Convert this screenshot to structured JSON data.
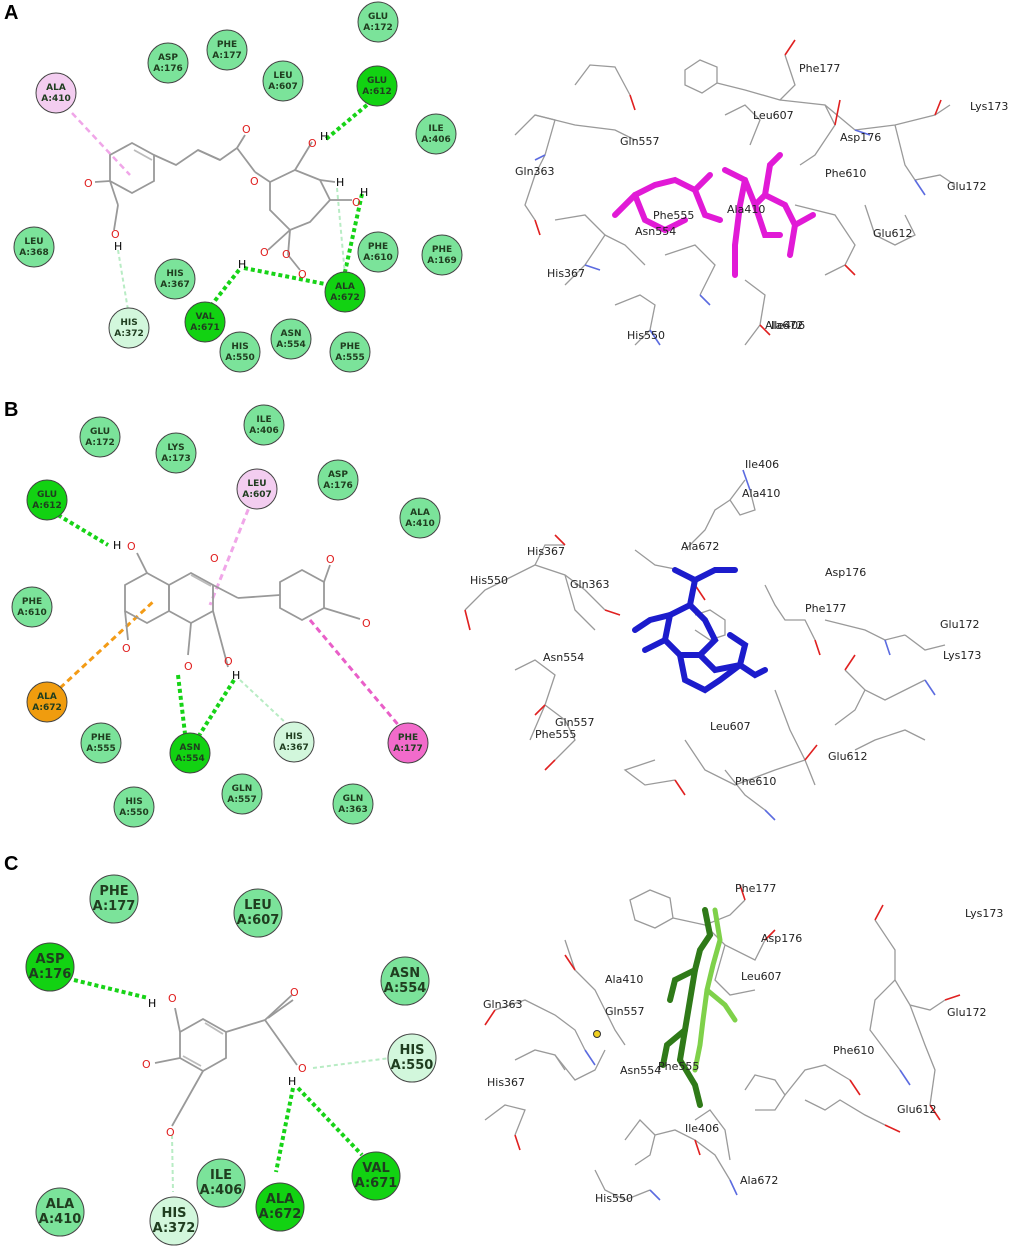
{
  "panels": {
    "a": {
      "letter": "A",
      "residues": [
        {
          "name": "ALA",
          "num": "A:410",
          "kind": "pink"
        },
        {
          "name": "ASP",
          "num": "A:176",
          "kind": "vdw"
        },
        {
          "name": "PHE",
          "num": "A:177",
          "kind": "vdw"
        },
        {
          "name": "LEU",
          "num": "A:607",
          "kind": "vdw"
        },
        {
          "name": "GLU",
          "num": "A:172",
          "kind": "vdw"
        },
        {
          "name": "GLU",
          "num": "A:612",
          "kind": "hbond"
        },
        {
          "name": "ILE",
          "num": "A:406",
          "kind": "vdw"
        },
        {
          "name": "LEU",
          "num": "A:368",
          "kind": "vdw"
        },
        {
          "name": "HIS",
          "num": "A:367",
          "kind": "vdw"
        },
        {
          "name": "PHE",
          "num": "A:610",
          "kind": "vdw"
        },
        {
          "name": "PHE",
          "num": "A:169",
          "kind": "vdw"
        },
        {
          "name": "ALA",
          "num": "A:672",
          "kind": "hbond"
        },
        {
          "name": "HIS",
          "num": "A:372",
          "kind": "ch"
        },
        {
          "name": "VAL",
          "num": "A:671",
          "kind": "hbond"
        },
        {
          "name": "HIS",
          "num": "A:550",
          "kind": "vdw"
        },
        {
          "name": "ASN",
          "num": "A:554",
          "kind": "vdw"
        },
        {
          "name": "PHE",
          "num": "A:555",
          "kind": "vdw"
        }
      ],
      "structure_labels": [
        "Phe177",
        "Leu607",
        "Lys173",
        "Gln557",
        "Asp176",
        "Gln363",
        "Phe610",
        "Glu172",
        "Phe555",
        "Ala410",
        "Asn554",
        "Glu612",
        "His367",
        "His550",
        "Ala672",
        "Ile406"
      ]
    },
    "b": {
      "letter": "B",
      "residues": [
        {
          "name": "GLU",
          "num": "A:172",
          "kind": "vdw"
        },
        {
          "name": "LYS",
          "num": "A:173",
          "kind": "vdw"
        },
        {
          "name": "ILE",
          "num": "A:406",
          "kind": "vdw"
        },
        {
          "name": "LEU",
          "num": "A:607",
          "kind": "pink"
        },
        {
          "name": "ASP",
          "num": "A:176",
          "kind": "vdw"
        },
        {
          "name": "GLU",
          "num": "A:612",
          "kind": "hbond"
        },
        {
          "name": "ALA",
          "num": "A:410",
          "kind": "vdw"
        },
        {
          "name": "PHE",
          "num": "A:610",
          "kind": "vdw"
        },
        {
          "name": "ALA",
          "num": "A:672",
          "kind": "orange"
        },
        {
          "name": "PHE",
          "num": "A:555",
          "kind": "vdw"
        },
        {
          "name": "ASN",
          "num": "A:554",
          "kind": "hbond"
        },
        {
          "name": "HIS",
          "num": "A:367",
          "kind": "ch"
        },
        {
          "name": "PHE",
          "num": "A:177",
          "kind": "magenta"
        },
        {
          "name": "HIS",
          "num": "A:550",
          "kind": "vdw"
        },
        {
          "name": "GLN",
          "num": "A:557",
          "kind": "vdw"
        },
        {
          "name": "GLN",
          "num": "A:363",
          "kind": "vdw"
        }
      ],
      "structure_labels": [
        "Ile406",
        "Ala410",
        "His367",
        "Ala672",
        "His550",
        "Gln363",
        "Asp176",
        "Phe177",
        "Glu172",
        "Lys173",
        "Asn554",
        "Gln557",
        "Phe555",
        "Leu607",
        "Glu612",
        "Phe610"
      ]
    },
    "c": {
      "letter": "C",
      "residues": [
        {
          "name": "PHE",
          "num": "A:177",
          "kind": "vdw"
        },
        {
          "name": "LEU",
          "num": "A:607",
          "kind": "vdw"
        },
        {
          "name": "ASP",
          "num": "A:176",
          "kind": "hbond"
        },
        {
          "name": "ASN",
          "num": "A:554",
          "kind": "vdw"
        },
        {
          "name": "HIS",
          "num": "A:550",
          "kind": "ch"
        },
        {
          "name": "ILE",
          "num": "A:406",
          "kind": "vdw"
        },
        {
          "name": "VAL",
          "num": "A:671",
          "kind": "hbond"
        },
        {
          "name": "ALA",
          "num": "A:410",
          "kind": "vdw"
        },
        {
          "name": "ALA",
          "num": "A:672",
          "kind": "hbond"
        },
        {
          "name": "HIS",
          "num": "A:372",
          "kind": "ch"
        }
      ],
      "structure_labels": [
        "Phe177",
        "Lys173",
        "Asp176",
        "Leu607",
        "Ala410",
        "Gln363",
        "Gln557",
        "Glu172",
        "Phe610",
        "Asn554",
        "Phe555",
        "His367",
        "Glu612",
        "Ile406",
        "His550",
        "Ala672"
      ]
    }
  },
  "atoms": {
    "oxygen": "O",
    "hydrogen": "H"
  },
  "colors": {
    "vdw_fill": "#7be39a",
    "hbond_fill": "#12d212",
    "ch_fill": "#d2f7dc",
    "pink_fill": "#f3cdf0",
    "orange_fill": "#f09c0e",
    "magenta_fill": "#f26bcb",
    "hbond_line": "#17d317",
    "ch_line": "#b8ecc4",
    "pi_alkyl_line": "#f0a6e8",
    "pi_sigma_line": "#e95fc8",
    "pi_anion_line": "#f39b16",
    "ligand_a": "#e11ad6",
    "ligand_b": "#1c1ccc",
    "ligand_c": "#3e9a1f"
  }
}
